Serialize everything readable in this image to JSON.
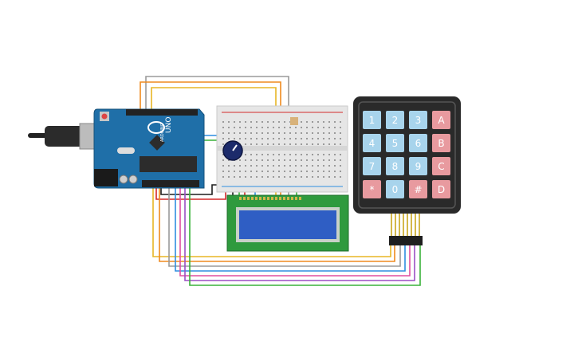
{
  "arduino": {
    "model": "UNO",
    "brand": "ARDUINO",
    "color": "#1f6fa8"
  },
  "keypad": {
    "keys": [
      [
        "1",
        "2",
        "3",
        "A"
      ],
      [
        "4",
        "5",
        "6",
        "B"
      ],
      [
        "7",
        "8",
        "9",
        "C"
      ],
      [
        "*",
        "0",
        "#",
        "D"
      ]
    ],
    "digit_color": "#a8d4ec",
    "letter_color": "#e89a9f",
    "symbol_colors": {
      "*": "#e89a9f",
      "#": "#e89a9f"
    },
    "body_color": "#2a2a2a"
  },
  "lcd": {
    "screen_color": "#2f5ec4",
    "pcb_color": "#2f9a3e"
  },
  "breadboard": {
    "color": "#e6e6e6"
  },
  "wire_colors": {
    "red": "#d42a2a",
    "black": "#1e1e1e",
    "gray": "#9a9a9a",
    "yellow": "#e8b625",
    "orange": "#ef8a1e",
    "green": "#3ab23a",
    "blue": "#2f8ee0",
    "purple": "#9b4fc4",
    "pink": "#e04fa0"
  }
}
